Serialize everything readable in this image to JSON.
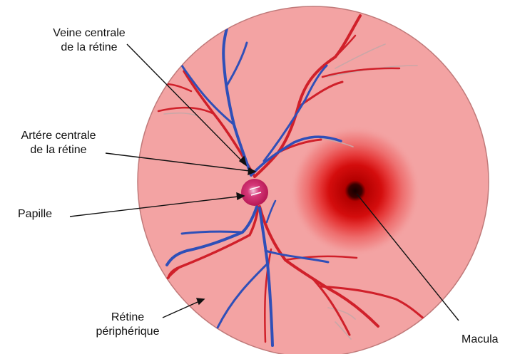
{
  "colors": {
    "retina": "#f3a3a3",
    "artery": "#d0202a",
    "vein": "#2f4fb8",
    "papilla": "#c51f63",
    "macula_center": "#150000",
    "pointer": "#111111"
  },
  "labels": {
    "veine_line1": "Veine centrale",
    "veine_line2": "de la rétine",
    "artere_line1": "Artére centrale",
    "artere_line2": "de la rétine",
    "papille": "Papille",
    "retine_line1": "Rétine",
    "retine_line2": "périphérique",
    "macula": "Macula"
  }
}
